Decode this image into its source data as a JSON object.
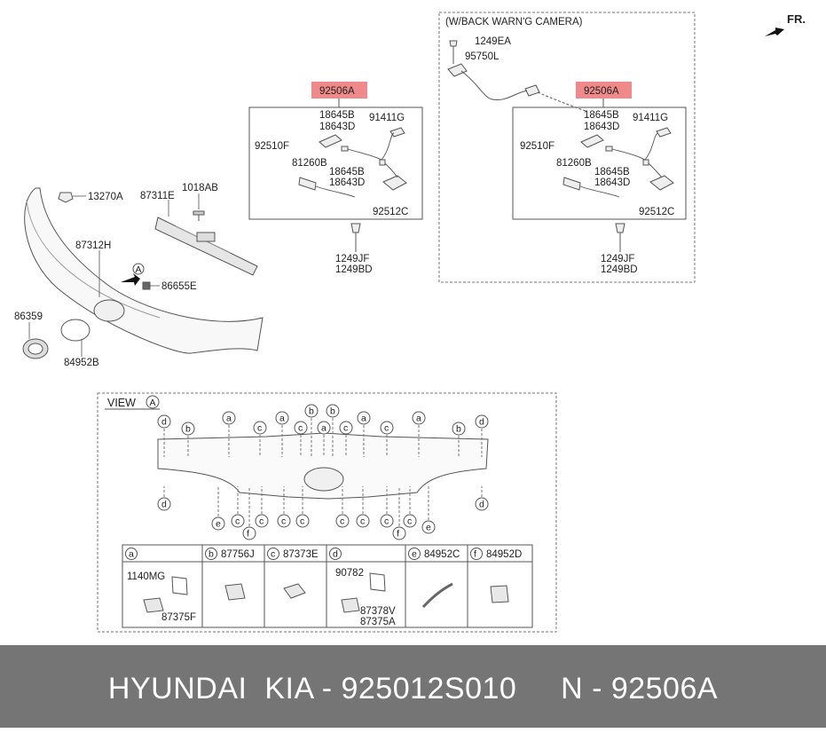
{
  "orientation_label": "FR.",
  "option_box_title": "(W/BACK WARN'G CAMERA)",
  "view_label": "VIEW",
  "view_marker": "A",
  "highlight_color": "#f08a8a",
  "footer_color": "#757575",
  "main_parts": {
    "p13270A": "13270A",
    "p87311E": "87311E",
    "p1018AB": "1018AB",
    "p87312H": "87312H",
    "p86655E": "86655E",
    "p86359": "86359",
    "p84952B": "84952B"
  },
  "lamp_left": {
    "assembly": "92506A",
    "p18645B_top": "18645B",
    "p18643D_top": "18643D",
    "p91411G": "91411G",
    "p92510F": "92510F",
    "p81260B": "81260B",
    "p18645B_mid": "18645B",
    "p18643D_mid": "18643D",
    "p92512C": "92512C",
    "p1249JF": "1249JF",
    "p1249BD": "1249BD"
  },
  "lamp_right": {
    "p1249EA": "1249EA",
    "p95750L": "95750L",
    "assembly": "92506A",
    "p18645B_top": "18645B",
    "p18643D_top": "18643D",
    "p91411G": "91411G",
    "p92510F": "92510F",
    "p81260B": "81260B",
    "p18645B_mid": "18645B",
    "p18643D_mid": "18643D",
    "p92512C": "92512C",
    "p1249JF": "1249JF",
    "p1249BD": "1249BD"
  },
  "clip_table": [
    {
      "letter": "a",
      "part": "",
      "parts": [
        "1140MG",
        "87375F"
      ]
    },
    {
      "letter": "b",
      "part": "87756J",
      "parts": []
    },
    {
      "letter": "c",
      "part": "87373E",
      "parts": []
    },
    {
      "letter": "d",
      "part": "",
      "parts": [
        "90782",
        "87378V",
        "87375A"
      ]
    },
    {
      "letter": "e",
      "part": "84952C",
      "parts": []
    },
    {
      "letter": "f",
      "part": "84952D",
      "parts": []
    }
  ],
  "footer_text": "HYUNDAI  KIA - 925012S010     N - 92506A"
}
